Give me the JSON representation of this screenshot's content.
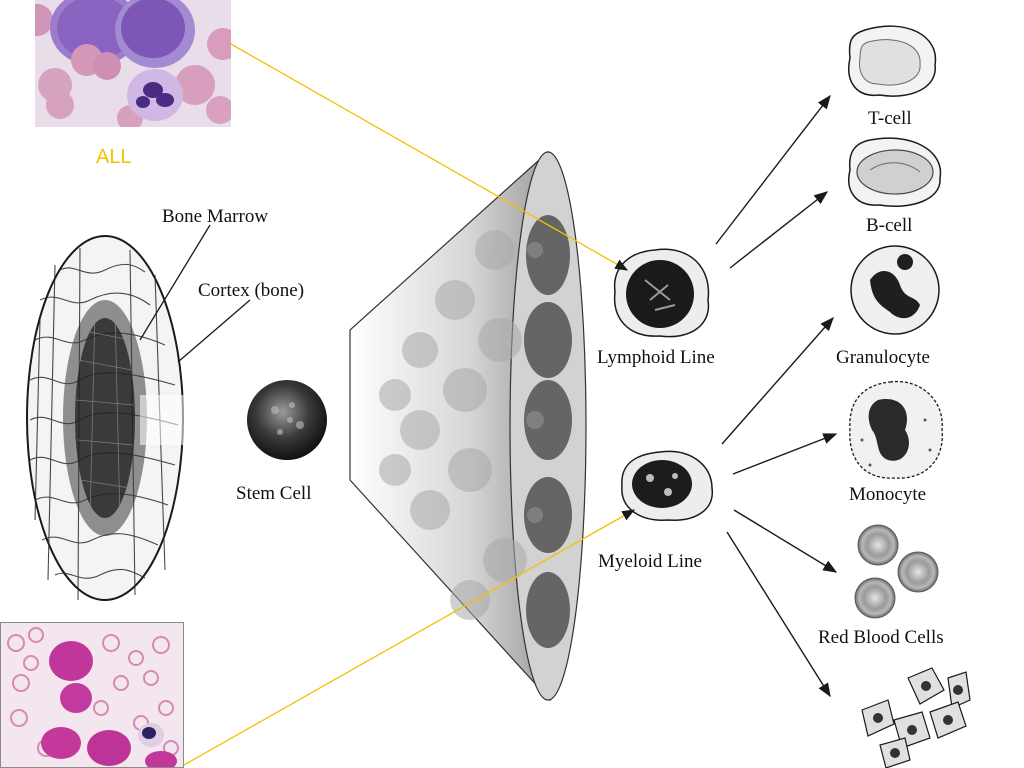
{
  "colors": {
    "accent_yellow": "#f2c200",
    "ink": "#1a1a1a",
    "stain_purple": "#8a5fb8",
    "stain_pink": "#c8449a"
  },
  "leukemia_photos": {
    "top_caption": "ALL"
  },
  "marrow": {
    "bone_marrow_label": "Bone Marrow",
    "cortex_label": "Cortex (bone)"
  },
  "stem": {
    "label": "Stem Cell"
  },
  "lines": {
    "lymphoid_label": "Lymphoid Line",
    "myeloid_label": "Myeloid Line"
  },
  "mature_cells": {
    "t_cell": "T-cell",
    "b_cell": "B-cell",
    "granulocyte": "Granulocyte",
    "monocyte": "Monocyte",
    "red_blood_cells": "Red Blood Cells"
  }
}
